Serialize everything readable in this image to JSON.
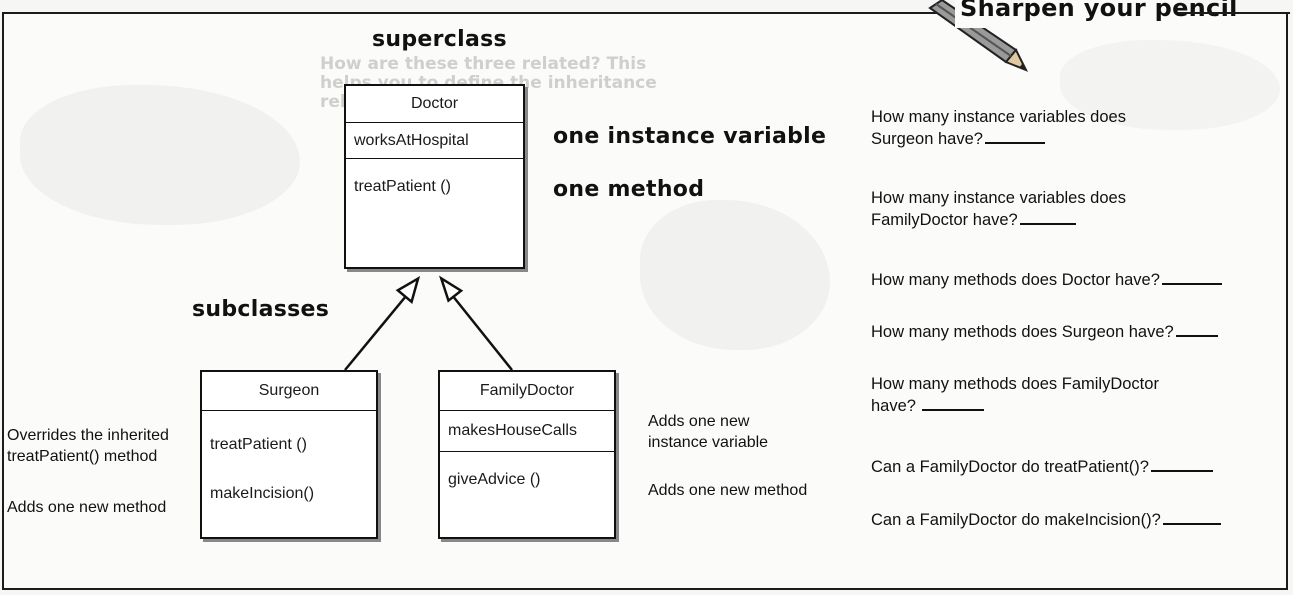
{
  "header": {
    "title": "Sharpen your pencil"
  },
  "diagram": {
    "superclass_label": "superclass",
    "subclasses_label": "subclasses",
    "doctor": {
      "name": "Doctor",
      "attribute": "worksAtHospital",
      "method": "treatPatient ()"
    },
    "doctor_notes": {
      "variable": "one instance variable",
      "method": "one method"
    },
    "surgeon": {
      "name": "Surgeon",
      "methods": [
        "treatPatient ()",
        "makeIncision()"
      ]
    },
    "surgeon_notes": {
      "override_line1": "Overrides the inherited",
      "override_line2": "treatPatient() method",
      "adds": "Adds one new method"
    },
    "family_doctor": {
      "name": "FamilyDoctor",
      "attribute": "makesHouseCalls",
      "method": "giveAdvice ()"
    },
    "family_doctor_notes": {
      "adds_var_line1": "Adds one new",
      "adds_var_line2": "instance variable",
      "adds_method": "Adds one new method"
    }
  },
  "questions": [
    {
      "line1": "How many instance variables does",
      "line2": "Surgeon have?"
    },
    {
      "line1": "How many instance variables does",
      "line2": "FamilyDoctor have?"
    },
    {
      "line1": "How many methods does Doctor have?"
    },
    {
      "line1": "How many methods does Surgeon have?"
    },
    {
      "line1": "How many methods does FamilyDoctor",
      "line2": "have?"
    },
    {
      "line1": "Can a FamilyDoctor do treatPatient()?"
    },
    {
      "line1": "Can a FamilyDoctor do makeIncision()?"
    }
  ],
  "background_text": {
    "line1": "How are these three related? This",
    "line2": "helps you to define the inheritance",
    "line3": "relationship tree"
  }
}
